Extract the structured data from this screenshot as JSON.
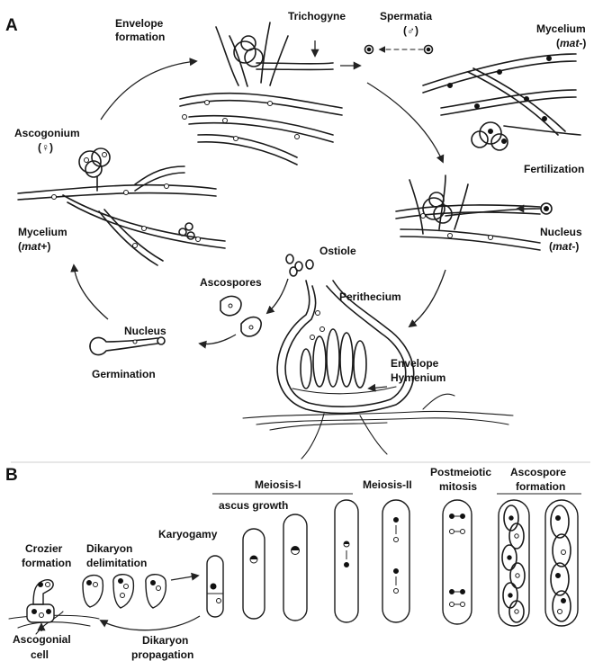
{
  "panels": {
    "a": "A",
    "b": "B"
  },
  "panel_a": {
    "envelope_formation": [
      "Envelope",
      "formation"
    ],
    "trichogyne": "Trichogyne",
    "spermatia": [
      "Spermatia",
      "(♂)"
    ],
    "mycelium_minus": [
      "Mycelium",
      "(",
      "mat",
      "-)"
    ],
    "ascogonium": [
      "Ascogonium",
      "(♀)"
    ],
    "fertilization": "Fertilization",
    "nucleus_minus": [
      "Nucleus",
      "(",
      "mat",
      "-)"
    ],
    "mycelium_plus": [
      "Mycelium",
      "(",
      "mat",
      "+)"
    ],
    "ostiole": "Ostiole",
    "ascospores": "Ascospores",
    "perithecium": "Perithecium",
    "nucleus": "Nucleus",
    "germination": "Germination",
    "envelope": "Envelope",
    "hymenium": "Hymenium"
  },
  "panel_b": {
    "meiosis_1": "Meiosis-I",
    "ascus_growth": "ascus growth",
    "meiosis_2": "Meiosis-II",
    "postmeiotic_mitosis": [
      "Postmeiotic",
      "mitosis"
    ],
    "ascospore_formation": [
      "Ascospore",
      "formation"
    ],
    "karyogamy": "Karyogamy",
    "crozier_formation": [
      "Crozier",
      "formation"
    ],
    "dikaryon_delimitation": [
      "Dikaryon",
      "delimitation"
    ],
    "ascogonial_cell": [
      "Ascogonial",
      "cell"
    ],
    "dikaryon_propagation": [
      "Dikaryon",
      "propagation"
    ]
  }
}
